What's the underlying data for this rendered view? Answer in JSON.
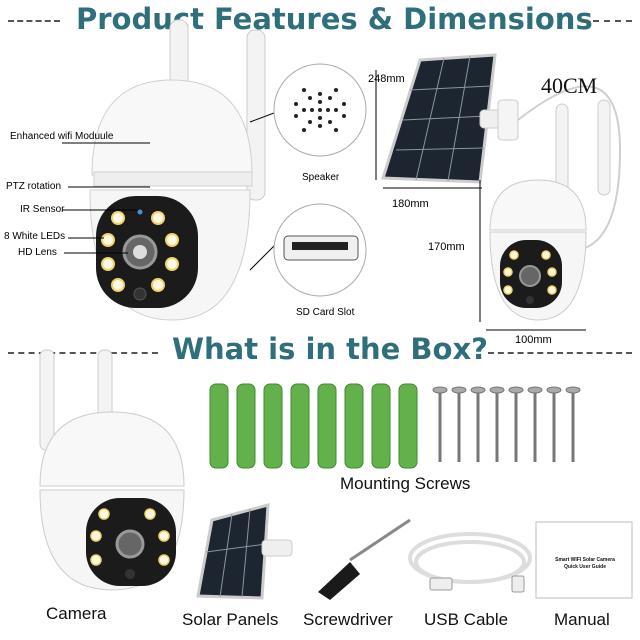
{
  "header": {
    "title": "Product Features & Dimensions"
  },
  "features": {
    "enhanced_wifi": "Enhanced wifi Moduule",
    "ptz": "PTZ rotation",
    "ir": "IR Sensor",
    "leds": "8 White LEDs",
    "lens": "HD Lens",
    "speaker": "Speaker",
    "sd": "SD Card Slot"
  },
  "dimensions": {
    "panel_height": "248mm",
    "panel_width": "180mm",
    "cable_length": "40CM",
    "camera_height": "170mm",
    "camera_width": "100mm"
  },
  "box": {
    "title": "What is in the Box?",
    "screws_label": "Mounting Screws",
    "items": [
      "Camera",
      "Solar Panels",
      "Screwdriver",
      "USB Cable",
      "Manual"
    ],
    "manual_line1": "Smart WIFI Solar Camera",
    "manual_line2": "Quick User Guide"
  },
  "colors": {
    "title": "#2f6f7b",
    "anchor": "#62b14a",
    "panel": "#1c2530"
  }
}
